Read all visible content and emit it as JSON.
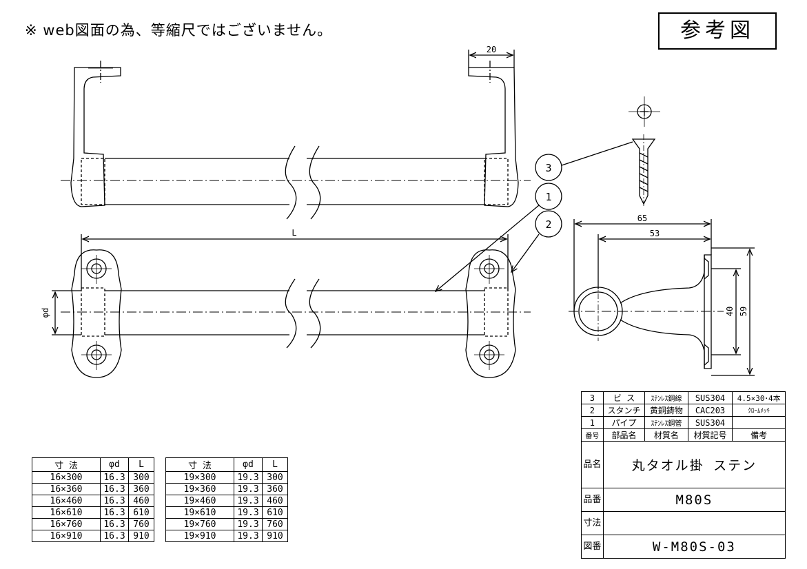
{
  "header": {
    "note": "※ web図面の為、等縮尺ではございません。",
    "reference_label": "参考図"
  },
  "dimensions": {
    "bracket_width": "20",
    "overall_length": "L",
    "pipe_diameter": "φd",
    "side_depth": "65",
    "side_depth_inner": "53",
    "hole_pitch": "40",
    "flange_height": "59"
  },
  "callouts": [
    "1",
    "2",
    "3"
  ],
  "size_tables": [
    {
      "headers": [
        "寸 法",
        "φd",
        "L"
      ],
      "rows": [
        [
          "16×300",
          "16.3",
          "300"
        ],
        [
          "16×360",
          "16.3",
          "360"
        ],
        [
          "16×460",
          "16.3",
          "460"
        ],
        [
          "16×610",
          "16.3",
          "610"
        ],
        [
          "16×760",
          "16.3",
          "760"
        ],
        [
          "16×910",
          "16.3",
          "910"
        ]
      ]
    },
    {
      "headers": [
        "寸 法",
        "φd",
        "L"
      ],
      "rows": [
        [
          "19×300",
          "19.3",
          "300"
        ],
        [
          "19×360",
          "19.3",
          "360"
        ],
        [
          "19×460",
          "19.3",
          "460"
        ],
        [
          "19×610",
          "19.3",
          "610"
        ],
        [
          "19×760",
          "19.3",
          "760"
        ],
        [
          "19×910",
          "19.3",
          "910"
        ]
      ]
    }
  ],
  "parts_list": {
    "headers": [
      "番号",
      "部品名",
      "材質名",
      "材質記号",
      "備考"
    ],
    "rows": [
      [
        "3",
        "ビ ス",
        "ｽﾃﾝﾚｽ鋼線",
        "SUS304",
        "4.5×30･4本"
      ],
      [
        "2",
        "スタンチ",
        "黄銅鋳物",
        "CAC203",
        "ｸﾛｰﾑﾒｯｷ"
      ],
      [
        "1",
        "パイプ",
        "ｽﾃﾝﾚｽ鋼管",
        "SUS304",
        ""
      ]
    ]
  },
  "title_block": {
    "name_label": "品名",
    "name_value": "丸タオル掛 ステン",
    "number_label": "品番",
    "number_value": "M80S",
    "size_label": "寸法",
    "size_value": "",
    "drawing_label": "図番",
    "drawing_value": "W-M80S-03"
  }
}
